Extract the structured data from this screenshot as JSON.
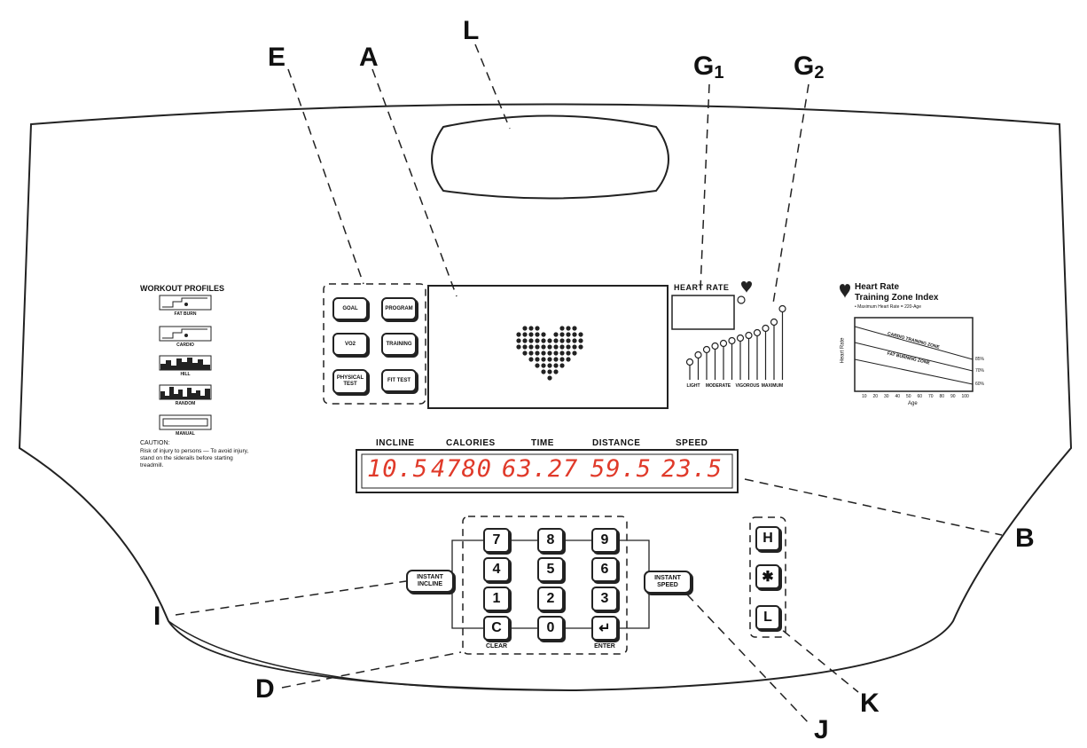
{
  "callouts": {
    "A": "A",
    "B": "B",
    "D": "D",
    "E": "E",
    "G1_letter": "G",
    "G1_sub": "1",
    "G2_letter": "G",
    "G2_sub": "2",
    "I": "I",
    "J": "J",
    "K": "K",
    "L": "L"
  },
  "workout_profiles": {
    "title": "WORKOUT PROFILES",
    "items": [
      "FAT BURN",
      "CARDIO",
      "HILL",
      "RANDOM",
      "MANUAL"
    ],
    "caution_title": "CAUTION:",
    "caution_text": "Risk of injury to persons — To avoid injury, stand on the siderails before starting treadmill."
  },
  "program_buttons": [
    "GOAL",
    "PROGRAM",
    "VO2",
    "TRAINING",
    "PHYSICAL TEST",
    "FIT TEST"
  ],
  "heart_rate": {
    "title": "HEART RATE",
    "labels": [
      "LIGHT",
      "MODERATE",
      "VIGOROUS",
      "MAXIMUM"
    ]
  },
  "training_zone": {
    "title_line1": "Heart Rate",
    "title_line2": "Training Zone Index",
    "formula": "• Maximum Heart Rate = 220-Age",
    "ylabel": "Heart Rate",
    "xlabel": "Age",
    "zone_upper": "CARDIO TRAINING ZONE",
    "zone_lower": "FAT BURNING ZONE",
    "pct": [
      "85%",
      "70%",
      "60%"
    ],
    "ages": [
      "10",
      "20",
      "30",
      "40",
      "50",
      "60",
      "70",
      "80",
      "90",
      "100"
    ]
  },
  "metrics": {
    "headers": [
      "INCLINE",
      "CALORIES",
      "TIME",
      "DISTANCE",
      "SPEED"
    ],
    "values": [
      "10.5",
      "4780",
      "63.27",
      "59.5",
      "23.5"
    ]
  },
  "keypad": {
    "keys": [
      "7",
      "8",
      "9",
      "4",
      "5",
      "6",
      "1",
      "2",
      "3",
      "C",
      "0",
      "↵"
    ],
    "clear_label": "CLEAR",
    "enter_label": "ENTER"
  },
  "instant_incline": "INSTANT INCLINE",
  "instant_speed": "INSTANT SPEED",
  "fan_buttons": [
    "H",
    "✱",
    "L"
  ]
}
